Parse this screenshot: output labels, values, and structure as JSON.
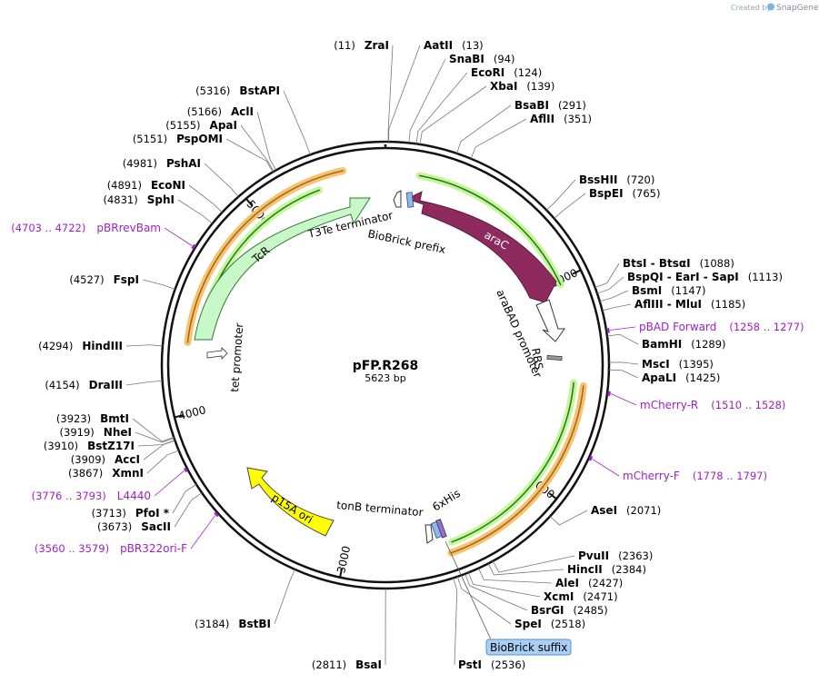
{
  "credit": {
    "prefix": "Created by",
    "brand": "SnapGene"
  },
  "plasmid": {
    "name": "pFP.R268",
    "size_text": "5623 bp",
    "length_bp": 5623
  },
  "ticks": [
    {
      "bp": 1000,
      "label": "1000"
    },
    {
      "bp": 2000,
      "label": "2000"
    },
    {
      "bp": 3000,
      "label": "3000"
    },
    {
      "bp": 4000,
      "label": "4000"
    },
    {
      "bp": 5000,
      "label": "5000"
    }
  ],
  "enzymes": [
    {
      "name": "ZraI",
      "pos_label": "(11)",
      "bp": 11
    },
    {
      "name": "AatII",
      "pos_label": "(13)",
      "bp": 13
    },
    {
      "name": "SnaBI",
      "pos_label": "(94)",
      "bp": 94
    },
    {
      "name": "EcoRI",
      "pos_label": "(124)",
      "bp": 124
    },
    {
      "name": "XbaI",
      "pos_label": "(139)",
      "bp": 139
    },
    {
      "name": "BsaBI",
      "pos_label": "(291)",
      "bp": 291
    },
    {
      "name": "AflII",
      "pos_label": "(351)",
      "bp": 351
    },
    {
      "name": "BssHII",
      "pos_label": "(720)",
      "bp": 720
    },
    {
      "name": "BspEI",
      "pos_label": "(765)",
      "bp": 765
    },
    {
      "name": "BtsI - BtsαI",
      "pos_label": "(1088)",
      "bp": 1088
    },
    {
      "name": "BspQI - EarI - SapI",
      "pos_label": "(1113)",
      "bp": 1113
    },
    {
      "name": "BsmI",
      "pos_label": "(1147)",
      "bp": 1147
    },
    {
      "name": "AflIII - MluI",
      "pos_label": "(1185)",
      "bp": 1185
    },
    {
      "name": "BamHI",
      "pos_label": "(1289)",
      "bp": 1289
    },
    {
      "name": "MscI",
      "pos_label": "(1395)",
      "bp": 1395
    },
    {
      "name": "ApaLI",
      "pos_label": "(1425)",
      "bp": 1425
    },
    {
      "name": "AseI",
      "pos_label": "(2071)",
      "bp": 2071
    },
    {
      "name": "PvuII",
      "pos_label": "(2363)",
      "bp": 2363
    },
    {
      "name": "HincII",
      "pos_label": "(2384)",
      "bp": 2384
    },
    {
      "name": "AleI",
      "pos_label": "(2427)",
      "bp": 2427
    },
    {
      "name": "XcmI",
      "pos_label": "(2471)",
      "bp": 2471
    },
    {
      "name": "BsrGI",
      "pos_label": "(2485)",
      "bp": 2485
    },
    {
      "name": "SpeI",
      "pos_label": "(2518)",
      "bp": 2518
    },
    {
      "name": "PstI",
      "pos_label": "(2536)",
      "bp": 2536
    },
    {
      "name": "BsaI",
      "pos_label": "(2811)",
      "bp": 2811
    },
    {
      "name": "BstBI",
      "pos_label": "(3184)",
      "bp": 3184
    },
    {
      "name": "SacII",
      "pos_label": "(3673)",
      "bp": 3673
    },
    {
      "name": "PfoI *",
      "pos_label": "(3713)",
      "bp": 3713
    },
    {
      "name": "XmnI",
      "pos_label": "(3867)",
      "bp": 3867
    },
    {
      "name": "AccI",
      "pos_label": "(3909)",
      "bp": 3909
    },
    {
      "name": "BstZ17I",
      "pos_label": "(3910)",
      "bp": 3910
    },
    {
      "name": "NheI",
      "pos_label": "(3919)",
      "bp": 3919
    },
    {
      "name": "BmtI",
      "pos_label": "(3923)",
      "bp": 3923
    },
    {
      "name": "DraIII",
      "pos_label": "(4154)",
      "bp": 4154
    },
    {
      "name": "HindIII",
      "pos_label": "(4294)",
      "bp": 4294
    },
    {
      "name": "FspI",
      "pos_label": "(4527)",
      "bp": 4527
    },
    {
      "name": "SphI",
      "pos_label": "(4831)",
      "bp": 4831
    },
    {
      "name": "EcoNI",
      "pos_label": "(4891)",
      "bp": 4891
    },
    {
      "name": "PshAI",
      "pos_label": "(4981)",
      "bp": 4981
    },
    {
      "name": "PspOMI",
      "pos_label": "(5151)",
      "bp": 5151
    },
    {
      "name": "ApaI",
      "pos_label": "(5155)",
      "bp": 5155
    },
    {
      "name": "AclI",
      "pos_label": "(5166)",
      "bp": 5166
    },
    {
      "name": "BstAPI",
      "pos_label": "(5316)",
      "bp": 5316
    }
  ],
  "primers": [
    {
      "name": "pBAD Forward",
      "range": "(1258 .. 1277)",
      "start": 1258,
      "end": 1277
    },
    {
      "name": "mCherry-R",
      "range": "(1510 .. 1528)",
      "start": 1510,
      "end": 1528
    },
    {
      "name": "mCherry-F",
      "range": "(1778 .. 1797)",
      "start": 1778,
      "end": 1797
    },
    {
      "name": "L4440",
      "range": "(3776 .. 3793)",
      "start": 3776,
      "end": 3793
    },
    {
      "name": "pBR322ori-F",
      "range": "(3560 .. 3579)",
      "start": 3560,
      "end": 3579
    },
    {
      "name": "pBRrevBam",
      "range": "(4703 .. 4722)",
      "start": 4703,
      "end": 4722
    }
  ],
  "features": [
    {
      "name": "araC",
      "color": "#8e2a5e"
    },
    {
      "name": "araBAD promoter",
      "color": "#ffffff"
    },
    {
      "name": "RBS",
      "color": "#9a9a9a"
    },
    {
      "name": "BioBrick prefix",
      "color": "#8fb9e8"
    },
    {
      "name": "T3Te terminator",
      "color": "#ffffff"
    },
    {
      "name": "TcR",
      "color": "#c8f7c8"
    },
    {
      "name": "tet promoter",
      "color": "#ffffff"
    },
    {
      "name": "p15A ori",
      "color": "#ffff00"
    },
    {
      "name": "tonB terminator",
      "color": "#ffffff"
    },
    {
      "name": "6xHis",
      "color": "#9a6ad0"
    },
    {
      "name": "BioBrick suffix",
      "color": "#8fb9e8"
    }
  ],
  "colors": {
    "backbone": "#111111",
    "orf_orange_fill": "#f5c36b",
    "orf_orange_edge": "#a5621f",
    "orf_green_fill": "#c7f59a",
    "orf_green_edge": "#1c7a1c",
    "primer": "#a020c8"
  }
}
